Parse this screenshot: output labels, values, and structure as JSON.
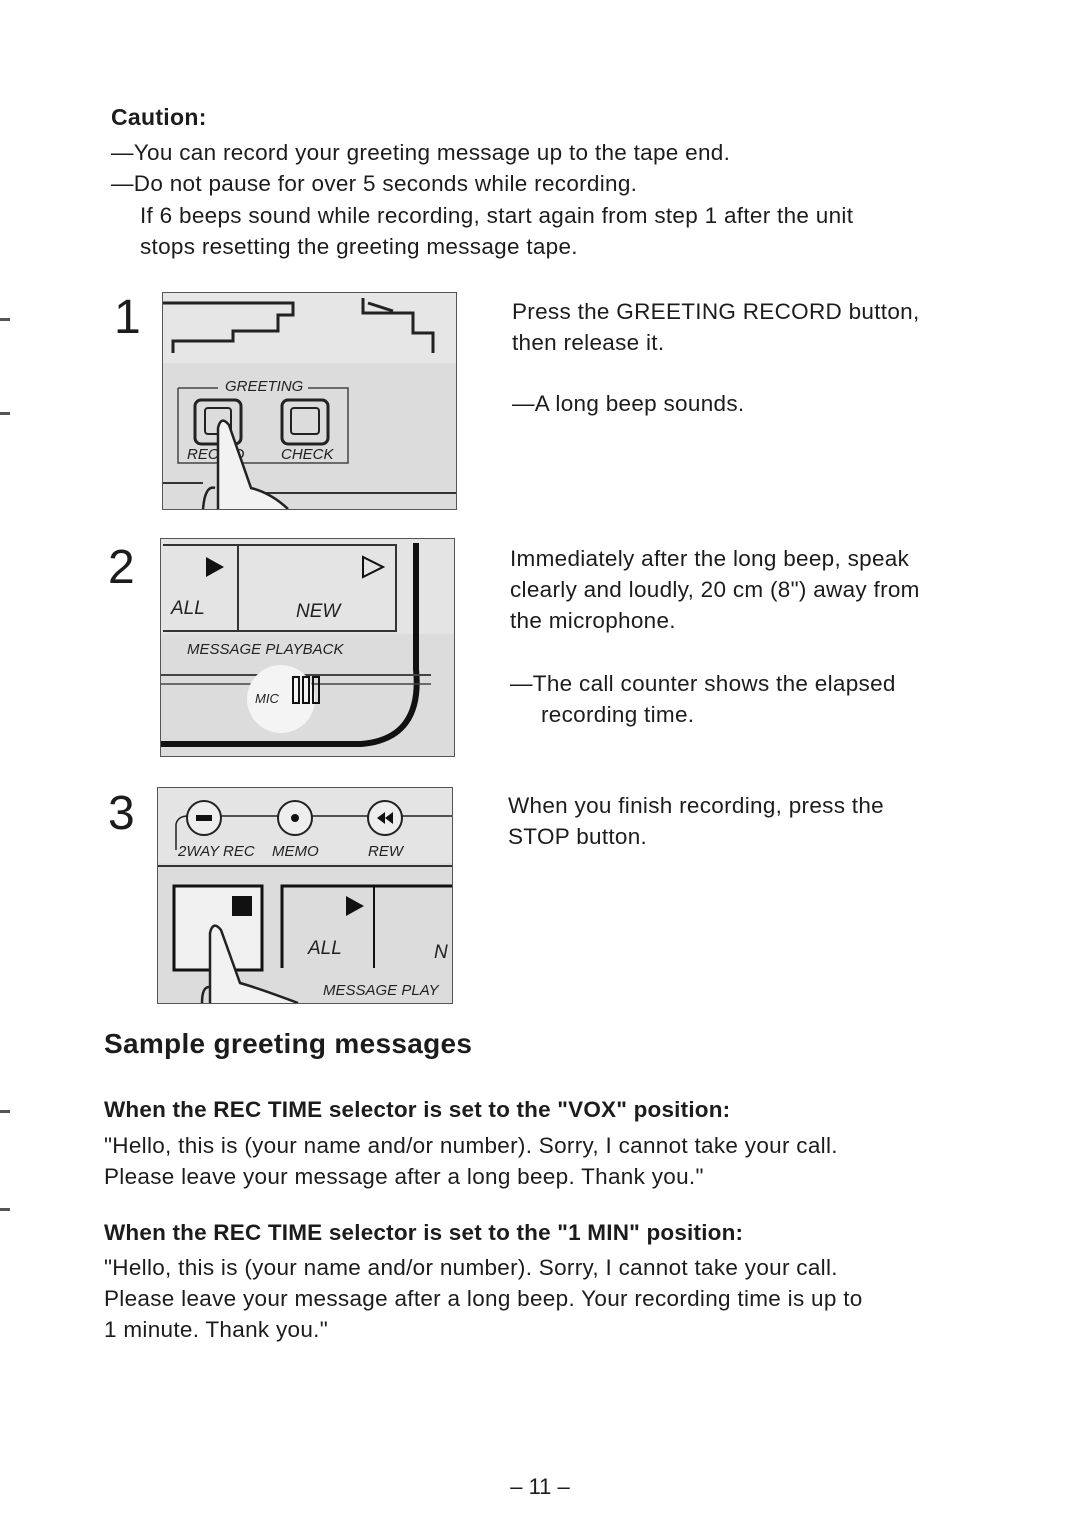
{
  "caution": {
    "title": "Caution:",
    "line1": "—You can record your greeting message up to the tape end.",
    "line2": "—Do not pause for over 5 seconds while recording.",
    "line3": "If 6 beeps sound while recording, start again from step 1 after the unit",
    "line4": "stops resetting the greeting message tape."
  },
  "steps": [
    {
      "number": "1",
      "panel": {
        "group_label": "GREETING",
        "left_button": "REC  RD",
        "right_button": "CHECK"
      },
      "text1": "Press the GREETING RECORD button,",
      "text2": "then release it.",
      "note": "—A long beep sounds."
    },
    {
      "number": "2",
      "panel": {
        "all_label": "ALL",
        "new_label": "NEW",
        "group_label": "MESSAGE PLAYBACK",
        "mic_label": "MIC"
      },
      "text1": "Immediately after the long beep, speak",
      "text2": "clearly and loudly, 20 cm (8\") away from",
      "text3": "the microphone.",
      "note1": "—The call counter shows the elapsed",
      "note2": "recording time."
    },
    {
      "number": "3",
      "panel": {
        "label_2way": "2WAY REC",
        "label_memo": "MEMO",
        "label_rew": "REW",
        "all_label": "ALL",
        "new_partial": "N",
        "group_label": "MESSAGE PLAY"
      },
      "text1": "When you finish recording, press the",
      "text2": "STOP button."
    }
  ],
  "samples": {
    "title": "Sample greeting messages",
    "vox": {
      "heading": "When the REC TIME selector is set to the \"VOX\" position:",
      "line1": "\"Hello, this is (your name and/or number). Sorry, I cannot take your call.",
      "line2": "Please leave your message after a long beep. Thank you.\""
    },
    "one_min": {
      "heading": "When the REC TIME selector is set to the \"1 MIN\" position:",
      "line1": "\"Hello, this is (your name and/or number). Sorry, I cannot take your call.",
      "line2": "Please leave your message after a long beep. Your recording time is up to",
      "line3": "1 minute. Thank you.\""
    }
  },
  "page_number": "– 11 –"
}
